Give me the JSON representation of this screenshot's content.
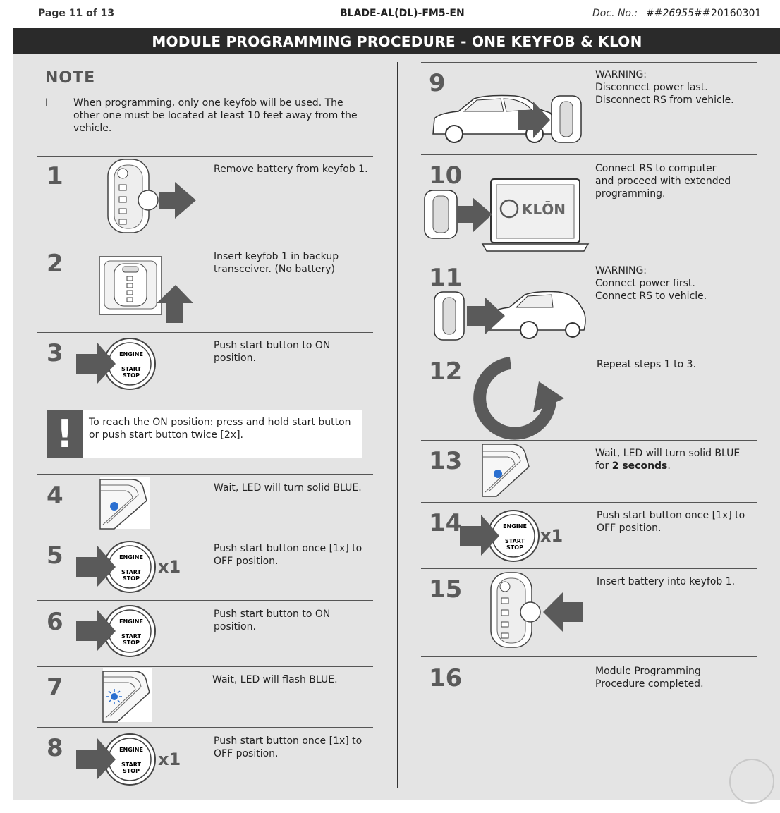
{
  "header": {
    "page": "Page 11 of 13",
    "doc_name": "BLADE-AL(DL)-FM5-EN",
    "doc_no_label": "Doc. No.:",
    "doc_no": "##26955##",
    "date": "20160301"
  },
  "title": "MODULE PROGRAMMING PROCEDURE - ONE KEYFOB & KLON",
  "note": {
    "title": "NOTE",
    "bullet": "I",
    "text": "When programming, only one keyfob will be used. The other one must be located at least 10 feet away from the vehicle."
  },
  "warning_box": {
    "icon": "!",
    "text": "To reach the ON position: press and hold start button or push start button twice [2x]."
  },
  "start_button": {
    "engine": "ENGINE",
    "start": "START",
    "stop": "STOP",
    "x1": "x1"
  },
  "klon_label": "KLŌN",
  "steps": [
    {
      "num": "1",
      "text": "Remove battery from keyfob 1."
    },
    {
      "num": "2",
      "text": "Insert keyfob 1 in backup\ntransceiver. (No battery)"
    },
    {
      "num": "3",
      "text": "Push start button to ON\nposition."
    },
    {
      "num": "4",
      "text": "Wait, LED will turn solid BLUE."
    },
    {
      "num": "5",
      "text": "Push start button once [1x] to\nOFF position."
    },
    {
      "num": "6",
      "text": "Push start button to ON\nposition."
    },
    {
      "num": "7",
      "text": "Wait, LED will flash BLUE."
    },
    {
      "num": "8",
      "text": "Push start button once [1x] to\nOFF position."
    },
    {
      "num": "9",
      "text": "WARNING:\nDisconnect power last.\nDisconnect RS from vehicle."
    },
    {
      "num": "10",
      "text": "Connect RS to computer\nand proceed with extended\nprogramming."
    },
    {
      "num": "11",
      "text": "WARNING:\nConnect power first.\nConnect RS to vehicle."
    },
    {
      "num": "12",
      "text": "Repeat steps 1 to 3."
    },
    {
      "num": "13",
      "text_a": "Wait, LED will turn solid BLUE\nfor ",
      "text_b": "2 seconds",
      "text_c": "."
    },
    {
      "num": "14",
      "text": "Push start button once [1x] to\nOFF position."
    },
    {
      "num": "15",
      "text": "Insert battery into keyfob 1."
    },
    {
      "num": "16",
      "text": "Module Programming\nProcedure completed."
    }
  ],
  "colors": {
    "arrow": "#5a5a5a",
    "panel": "#e4e4e4",
    "title_bar": "#2a2a2a",
    "led": "#2a6fd0"
  }
}
